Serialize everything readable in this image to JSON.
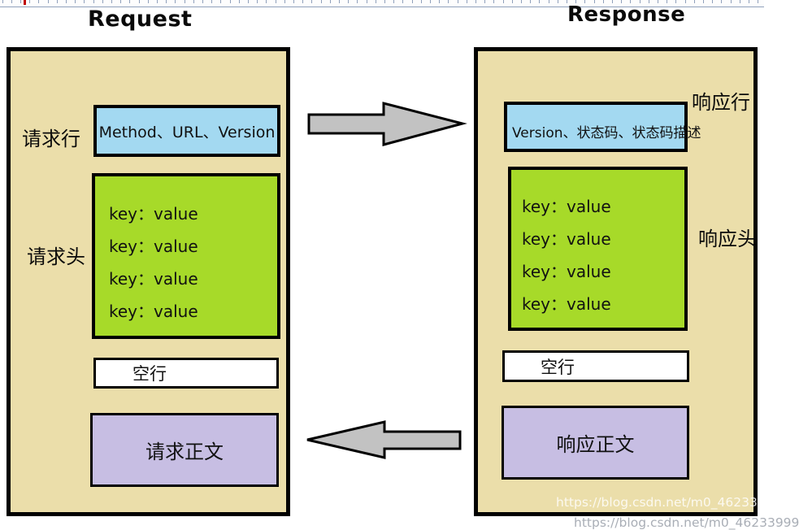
{
  "titles": {
    "request": "Request",
    "response": "Response"
  },
  "request_panel": {
    "line_label": "请求行",
    "line_value": "Method、URL、Version",
    "header_label": "请求头",
    "header_lines": [
      "key：value",
      "key：value",
      "key：value",
      "key：value"
    ],
    "blank_line": "空行",
    "body": "请求正文"
  },
  "response_panel": {
    "line_label": "响应行",
    "line_value": "Version、状态码、状态码描述",
    "header_label": "响应头",
    "header_lines": [
      "key：value",
      "key：value",
      "key：value",
      "key：value"
    ],
    "blank_line": "空行",
    "body": "响应正文"
  },
  "watermark": {
    "url": "https://blog.csdn.net/m0_46233999"
  },
  "icons": {
    "request_arrow": "arrow-right-icon",
    "response_arrow": "arrow-left-icon"
  },
  "colors": {
    "panel_fill": "#ebdeaa",
    "line_fill": "#a3d9f1",
    "header_fill": "#a7da29",
    "blank_fill": "#ffffff",
    "body_fill": "#c7bee3",
    "arrow_fill": "#c2c2c2",
    "border": "#000000",
    "ruler_line": "#8fa0bb",
    "ruler_marker": "#c00000"
  }
}
